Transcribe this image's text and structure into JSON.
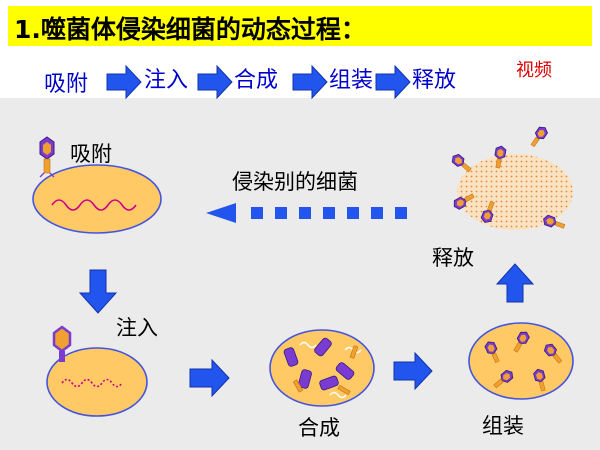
{
  "title": "1.噬菌体侵染细菌的动态过程：",
  "steps": [
    "吸附",
    "注入",
    "合成",
    "组装",
    "释放"
  ],
  "video_link": "视频",
  "diagram": {
    "label_adsorb": "吸附",
    "label_inject": "注入",
    "label_synth": "合成",
    "label_assemble": "组装",
    "label_release": "释放",
    "label_reinfect": "侵染别的细菌"
  },
  "colors": {
    "title_bg": "#ffff00",
    "step_text": "#0000cc",
    "arrow": "#2255ee",
    "bacterium_fill": "#ffc966",
    "bacterium_stroke": "#4455dd",
    "phage_head": "#7a3bd0",
    "phage_tail": "#f0a030",
    "dna_wave": "#cc0088",
    "video_link": "#dd0000"
  }
}
